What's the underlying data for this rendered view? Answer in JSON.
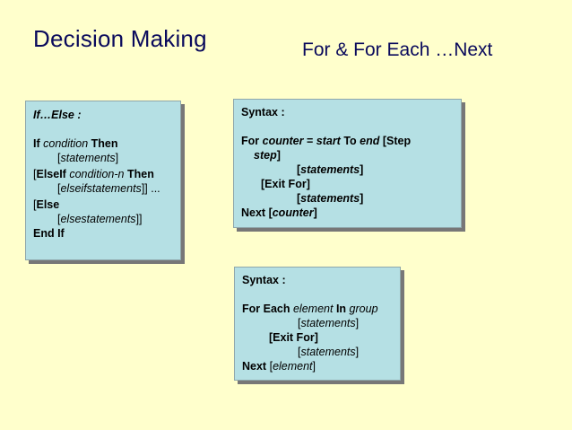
{
  "slide": {
    "title": "Decision Making",
    "subtitle": "For & For Each …Next"
  },
  "if_else_box": {
    "heading": "If…Else :",
    "if_kw": "If",
    "condition": "condition",
    "then_kw": "Then",
    "statements_open": "[",
    "statements": "statements",
    "statements_close": "]",
    "elseif_open": "[",
    "elseif_kw": "ElseIf",
    "elseif_condition": "condition-n",
    "elseif_then": "Then",
    "elseif_stmt_open": "[",
    "elseif_statements": "elseifstatements",
    "elseif_stmt_close": "]] ...",
    "else_open": "[",
    "else_kw": "Else",
    "else_stmt_open": "[",
    "else_statements": "elsestatements",
    "else_stmt_close": "]]",
    "end_if": "End If"
  },
  "for_box": {
    "heading": "Syntax :",
    "for_kw": "For",
    "counter": "counter",
    "equals": "=",
    "start": "start",
    "to_kw": "To",
    "end": "end",
    "step_open": "[Step",
    "step": "step",
    "step_close": "]",
    "statements_open": "[",
    "statements": "statements",
    "statements_close": "]",
    "exit_for": "[Exit For]",
    "statements2_open": "[",
    "statements2": "statements",
    "statements2_close": "]",
    "next_kw": "Next [",
    "next_counter": "counter",
    "next_close": "]"
  },
  "for_each_box": {
    "heading": "Syntax :",
    "for_each_kw": "For Each",
    "element": "element",
    "in_kw": "In",
    "group": "group",
    "statements_open": "[",
    "statements": "statements",
    "statements_close": "]",
    "exit_for": "[Exit For]",
    "statements2_open": "[",
    "statements2": "statements",
    "statements2_close": "]",
    "next_kw": "Next",
    "next_open": "[",
    "element2": "element",
    "next_close": "]"
  }
}
